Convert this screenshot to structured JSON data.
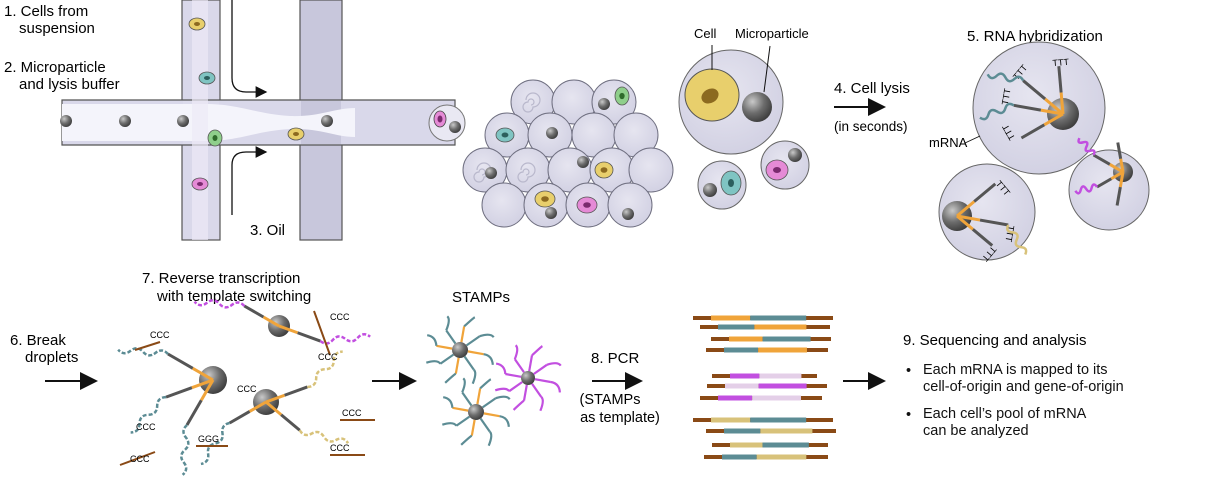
{
  "steps": {
    "s1": [
      "1. Cells from",
      "suspension"
    ],
    "s2": [
      "2. Microparticle",
      "and lysis buffer"
    ],
    "s3": "3. Oil",
    "s4": [
      "4. Cell lysis",
      "(in seconds)"
    ],
    "s5": "5. RNA hybridization",
    "s6": [
      "6. Break",
      "droplets"
    ],
    "s7": [
      "7. Reverse transcription",
      "with template switching"
    ],
    "s8": [
      "8. PCR",
      "(STAMPs",
      "as template)"
    ],
    "s9": "9. Sequencing and analysis"
  },
  "labels": {
    "cell": "Cell",
    "microparticle": "Microparticle",
    "mrna": "mRNA",
    "stamps": "STAMPs",
    "ccc": "CCC",
    "ggg": "GGG",
    "ttt": "TTT"
  },
  "bullets": [
    [
      "Each mRNA is mapped to its",
      "cell-of-origin and gene-of-origin"
    ],
    [
      "Each cell’s pool of mRNA",
      "can be analyzed"
    ]
  ],
  "bullet_glyph": "•",
  "colors": {
    "channel": "#d9d8ea",
    "channel_dark": "#a8a7c6",
    "droplet": "#d8d7e6",
    "bead": "#6a6a6a",
    "yellow": "#e8cf6c",
    "teal": "#7fc4c2",
    "green": "#8fcf8b",
    "pink": "#e58ad6",
    "orange": "#f0a43a",
    "slate": "#5c8c94",
    "magenta": "#c24fe0",
    "tan": "#d8c27a",
    "brown": "#8a4a16"
  }
}
